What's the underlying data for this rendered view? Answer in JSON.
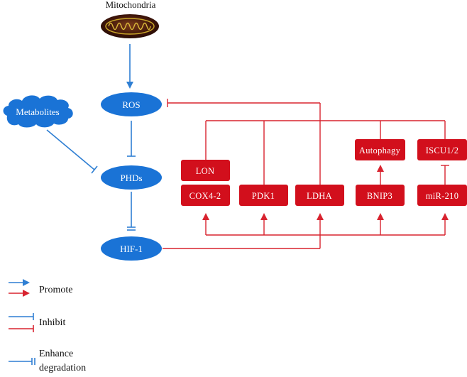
{
  "colors": {
    "blue": "#1a73d6",
    "blue_line": "#2f7fd3",
    "red": "#d20f1c",
    "red_line": "#d8232f"
  },
  "source": {
    "label": "Mitochondria",
    "icon": "mitochondria-icon"
  },
  "nodes": {
    "ros": "ROS",
    "metabolites": "Metabolites",
    "phds": "PHDs",
    "hif1": "HIF-1"
  },
  "targets": {
    "lon": "LON",
    "cox42": "COX4-2",
    "pdk1": "PDK1",
    "ldha": "LDHA",
    "autophagy": "Autophagy",
    "bnip3": "BNIP3",
    "iscu": "ISCU1/2",
    "mir210": "miR-210"
  },
  "legend": {
    "promote": "Promote",
    "inhibit": "Inhibit",
    "enhance_line1": "Enhance",
    "enhance_line2": "degradation"
  }
}
